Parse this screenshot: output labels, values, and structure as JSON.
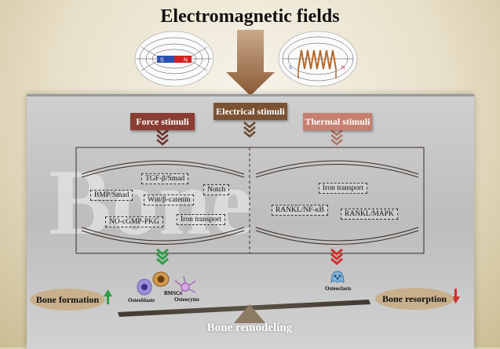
{
  "title": "Electromagnetic fields",
  "magnet": {
    "south": "S",
    "north": "N"
  },
  "coil": {
    "south": "S",
    "north": "N"
  },
  "stimuli": {
    "force": "Force stimuli",
    "electrical": "Electrical stimuli",
    "thermal": "Thermal stimuli"
  },
  "watermark": "Bone",
  "left_pathways": {
    "tgf": "TGF-β/Smad",
    "notch": "Notch",
    "bmp": "BMP/Smad",
    "wnt": "Wnt/β-catenin",
    "no": "NO-cGMP-PKG",
    "iron": "Iron transport"
  },
  "right_pathways": {
    "iron": "Iron transport",
    "nfkb": "RANKL/NF-κB",
    "mapk": "RANKL/MAPK"
  },
  "cells": {
    "bmscs": "BMSCs",
    "osteoblasts": "Osteoblasts",
    "osteocytes": "Osteocytes",
    "osteoclasts": "Osteoclasts"
  },
  "bone_formation": "Bone formation",
  "bone_resorption": "Bone resorption",
  "bone_remodeling": "Bone remodeling",
  "colors": {
    "force": "#8b3d33",
    "electrical": "#7a5233",
    "thermal": "#c77f6f",
    "green": "#2e9e45",
    "red": "#d0312d"
  }
}
